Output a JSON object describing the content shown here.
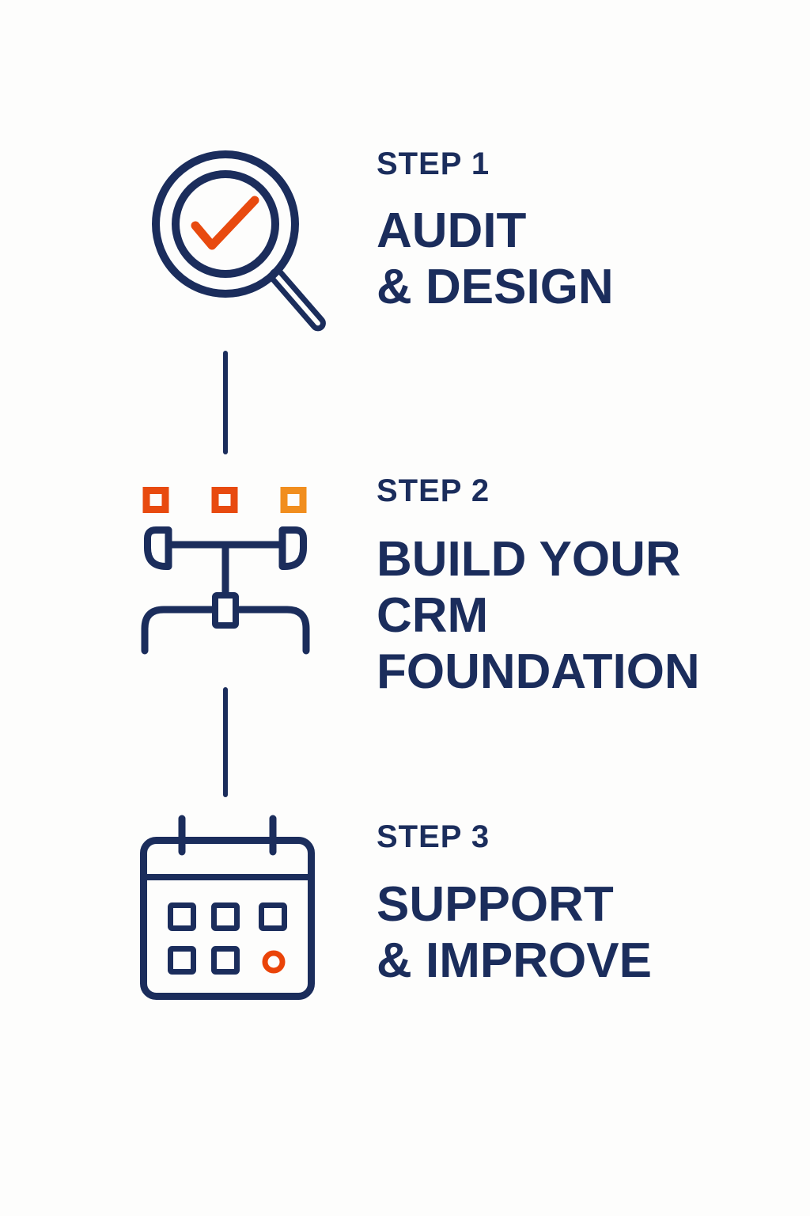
{
  "colors": {
    "bg": "#fdfdfc",
    "navy": "#1b2d5c",
    "orange": "#e84a0f",
    "orange-light": "#f18e1e",
    "orange-dot": "#ea4409"
  },
  "steps": [
    {
      "label": "STEP 1",
      "title_lines": [
        "AUDIT",
        "& DESIGN"
      ],
      "icon": "magnifier-check-icon"
    },
    {
      "label": "STEP 2",
      "title_lines": [
        "BUILD YOUR",
        "CRM",
        "FOUNDATION"
      ],
      "icon": "sitemap-hierarchy-icon"
    },
    {
      "label": "STEP 3",
      "title_lines": [
        "SUPPORT",
        "& IMPROVE"
      ],
      "icon": "calendar-icon"
    }
  ]
}
